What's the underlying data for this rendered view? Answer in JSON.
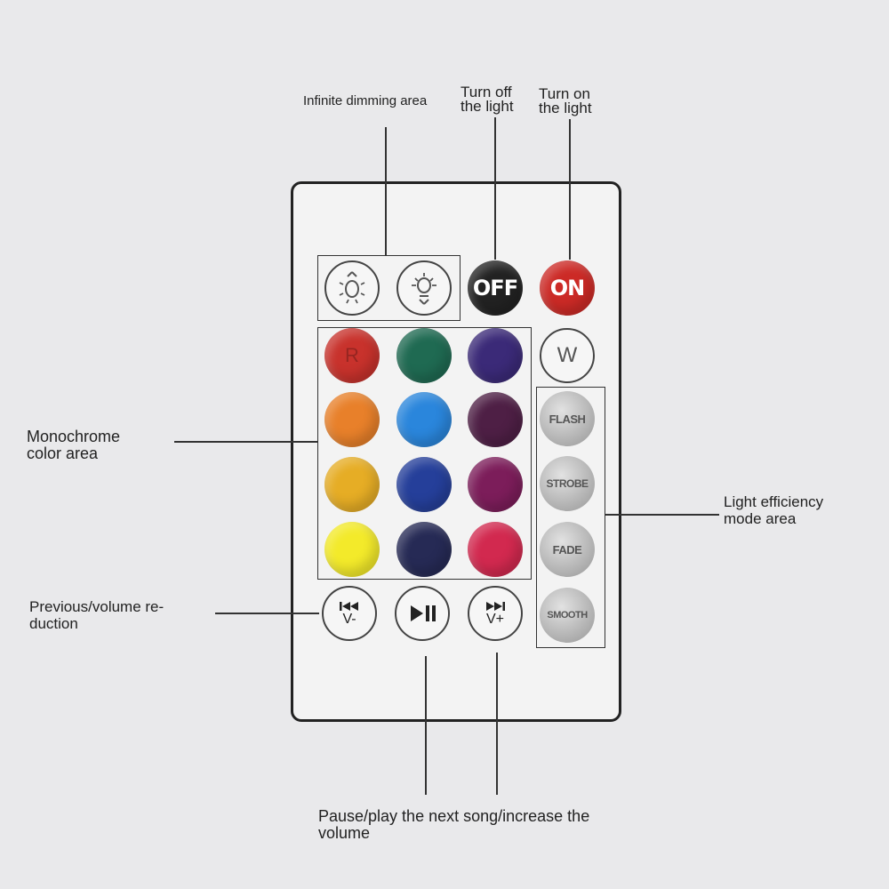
{
  "labels": {
    "infinite_dimming": "Infinite dimming area",
    "turn_off": "Turn off\nthe light",
    "turn_on": "Turn on\nthe light",
    "monochrome": "Monochrome\ncolor area",
    "light_efficiency": "Light efficiency\nmode area",
    "previous": "Previous/volume re-\nduction",
    "pause_play": "Pause/play the next song/increase the\nvolume"
  },
  "buttons": {
    "off": "OFF",
    "on": "ON",
    "w": "W",
    "r": "R",
    "flash": "FLASH",
    "strobe": "STROBE",
    "fade": "FADE",
    "smooth": "SMOOTH",
    "prev_sub": "V-",
    "next_sub": "V+"
  },
  "colors": {
    "off_button": "#222222",
    "on_button": "#cc2a26",
    "grid": [
      [
        "#c8322c",
        "#1f6a52",
        "#3b2a78"
      ],
      [
        "#e8802a",
        "#2a86dc",
        "#4e1f45"
      ],
      [
        "#e6ad25",
        "#253f9a",
        "#7c1d5a"
      ],
      [
        "#f3ea2a",
        "#262a55",
        "#d2294f"
      ]
    ]
  },
  "icons": [
    "brightness-down-icon",
    "brightness-up-icon",
    "previous-icon",
    "play-pause-icon",
    "next-icon"
  ]
}
